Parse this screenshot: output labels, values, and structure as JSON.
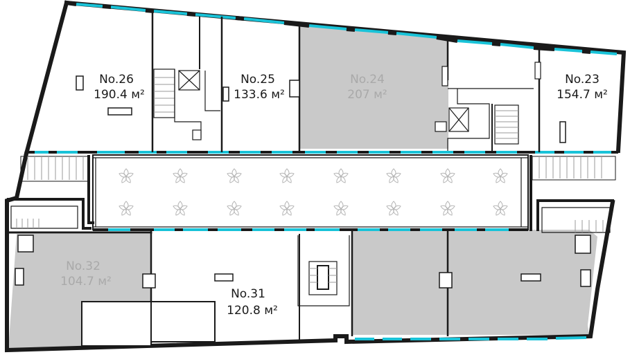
{
  "colors": {
    "wall": "#1a1a1a",
    "window": "#19c3d8",
    "sold_fill": "#c9c9c9",
    "corridor_fill": "#ffffff",
    "active_text": "#1a1a1a",
    "sold_text": "#a9a9a9"
  },
  "units": [
    {
      "id": "u26",
      "label": "No.26",
      "area": "190.4  м²",
      "status": "available"
    },
    {
      "id": "u25",
      "label": "No.25",
      "area": "133.6  м²",
      "status": "available"
    },
    {
      "id": "u24",
      "label": "No.24",
      "area": "207  м²",
      "status": "sold"
    },
    {
      "id": "u23",
      "label": "No.23",
      "area": "154.7  м²",
      "status": "available"
    },
    {
      "id": "u32",
      "label": "No.32",
      "area": "104.7  м²",
      "status": "sold"
    },
    {
      "id": "u31",
      "label": "No.31",
      "area": "120.8  м²",
      "status": "available"
    }
  ],
  "icons": {
    "flower": "decorative-flower-icon",
    "column": "column-icon"
  }
}
